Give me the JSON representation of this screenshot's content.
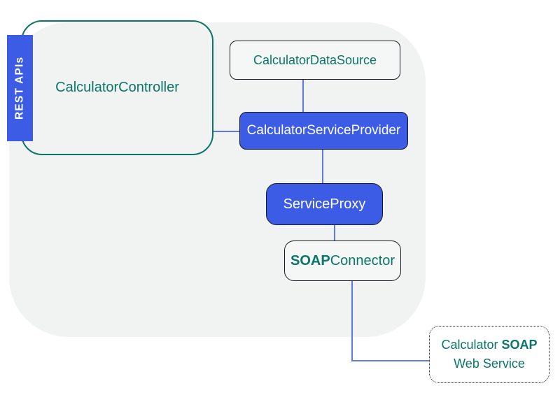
{
  "rest_tag": {
    "label": "REST APIs"
  },
  "nodes": {
    "controller": {
      "label": "CalculatorController"
    },
    "datasource": {
      "label": "CalculatorDataSource"
    },
    "provider": {
      "label": "CalculatorServiceProvider"
    },
    "proxy": {
      "label": "ServiceProxy"
    },
    "soap_connector": {
      "bold": "SOAP",
      "rest": "Connector"
    },
    "soap_service": {
      "word1": "Calculator",
      "word2_bold": "SOAP",
      "line2": "Web Service"
    }
  },
  "colors": {
    "accent_blue": "#3d5ce5",
    "teal": "#0a7568",
    "connector_blue": "#5b7bea",
    "canvas_gray": "#f1f2f2",
    "node_border_dark": "#1a1a24",
    "light_fill": "#f5f6f6"
  }
}
